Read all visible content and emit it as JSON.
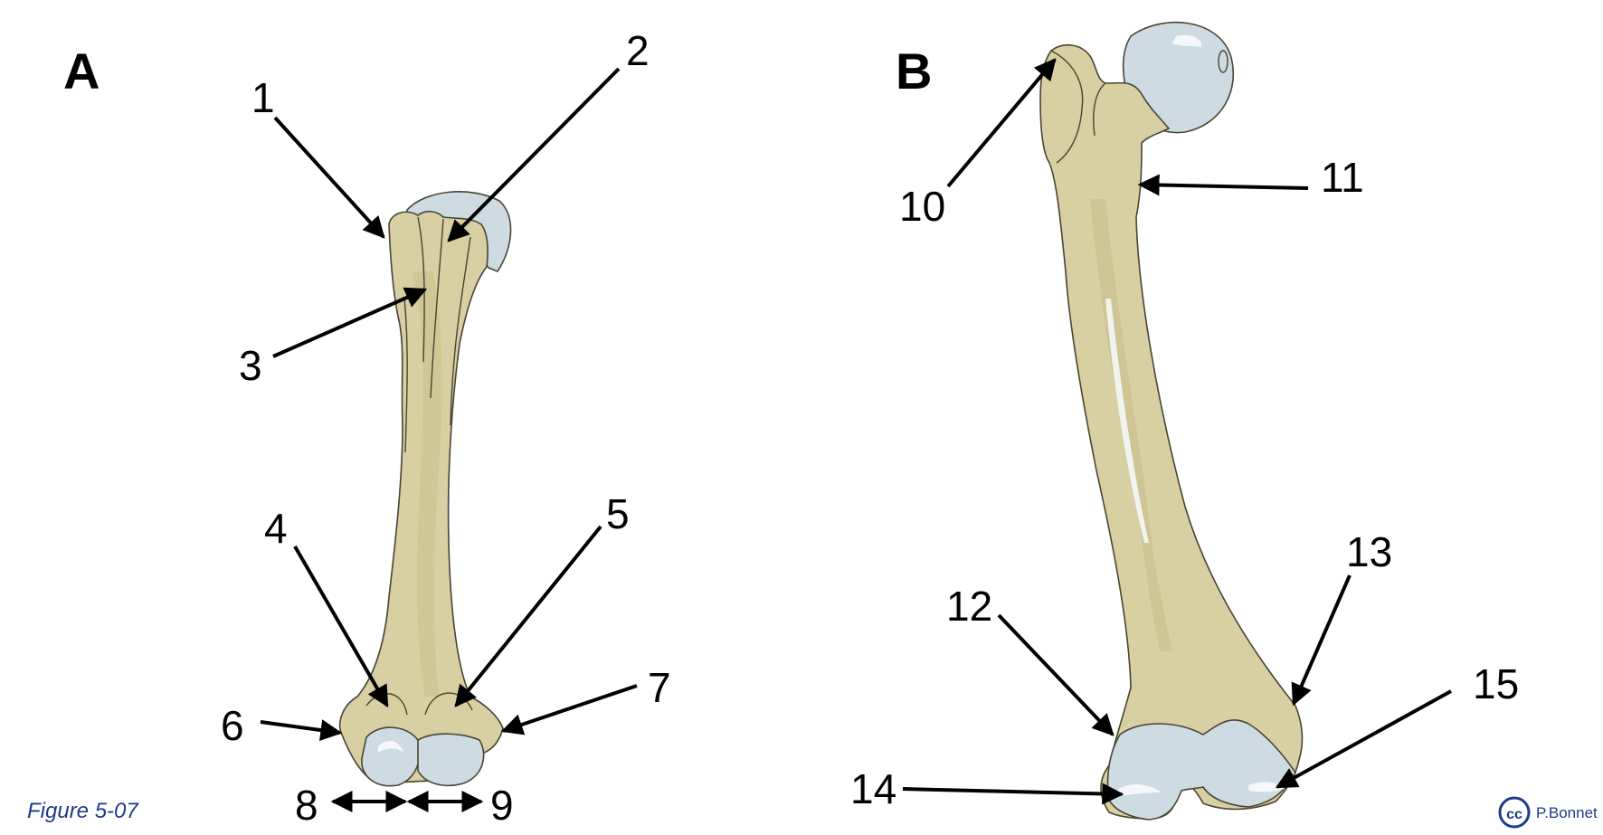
{
  "panels": {
    "a": "A",
    "b": "B"
  },
  "labels": [
    "1",
    "2",
    "3",
    "4",
    "5",
    "6",
    "7",
    "8",
    "9",
    "10",
    "11",
    "12",
    "13",
    "14",
    "15"
  ],
  "figure_caption": "Figure 5-07",
  "credit": {
    "logo": "cc",
    "author": "P.Bonnet"
  },
  "colors": {
    "bone": "#d8cfa2",
    "cartilage": "#cfdbe2",
    "outline": "#4a4432",
    "caption": "#1f3a8a"
  }
}
